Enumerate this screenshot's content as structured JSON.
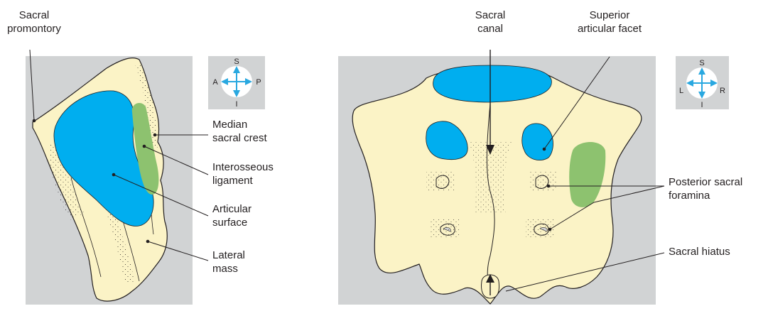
{
  "left_view": {
    "labels": {
      "sacral_promontory": [
        "Sacral",
        "promontory"
      ],
      "median_sacral_crest": [
        "Median",
        "sacral crest"
      ],
      "interosseous_ligament": [
        "Interosseous",
        "ligament"
      ],
      "articular_surface": [
        "Articular",
        "surface"
      ],
      "lateral_mass": [
        "Lateral",
        "mass"
      ]
    },
    "compass": {
      "top": "S",
      "bottom": "I",
      "left": "A",
      "right": "P"
    }
  },
  "right_view": {
    "labels": {
      "sacral_canal": [
        "Sacral",
        "canal"
      ],
      "superior_articular_facet": [
        "Superior",
        "articular facet"
      ],
      "posterior_sacral_foramina": [
        "Posterior sacral",
        "foramina"
      ],
      "sacral_hiatus": [
        "Sacral hiatus"
      ]
    },
    "compass": {
      "top": "S",
      "bottom": "I",
      "left": "L",
      "right": "R"
    }
  },
  "colors": {
    "panel_bg": "#d1d3d4",
    "bone": "#fbf3c6",
    "articular_blue": "#00aeef",
    "ligament_green": "#8dc26f",
    "compass_arrow": "#29a8e0",
    "outline": "#231f20"
  }
}
